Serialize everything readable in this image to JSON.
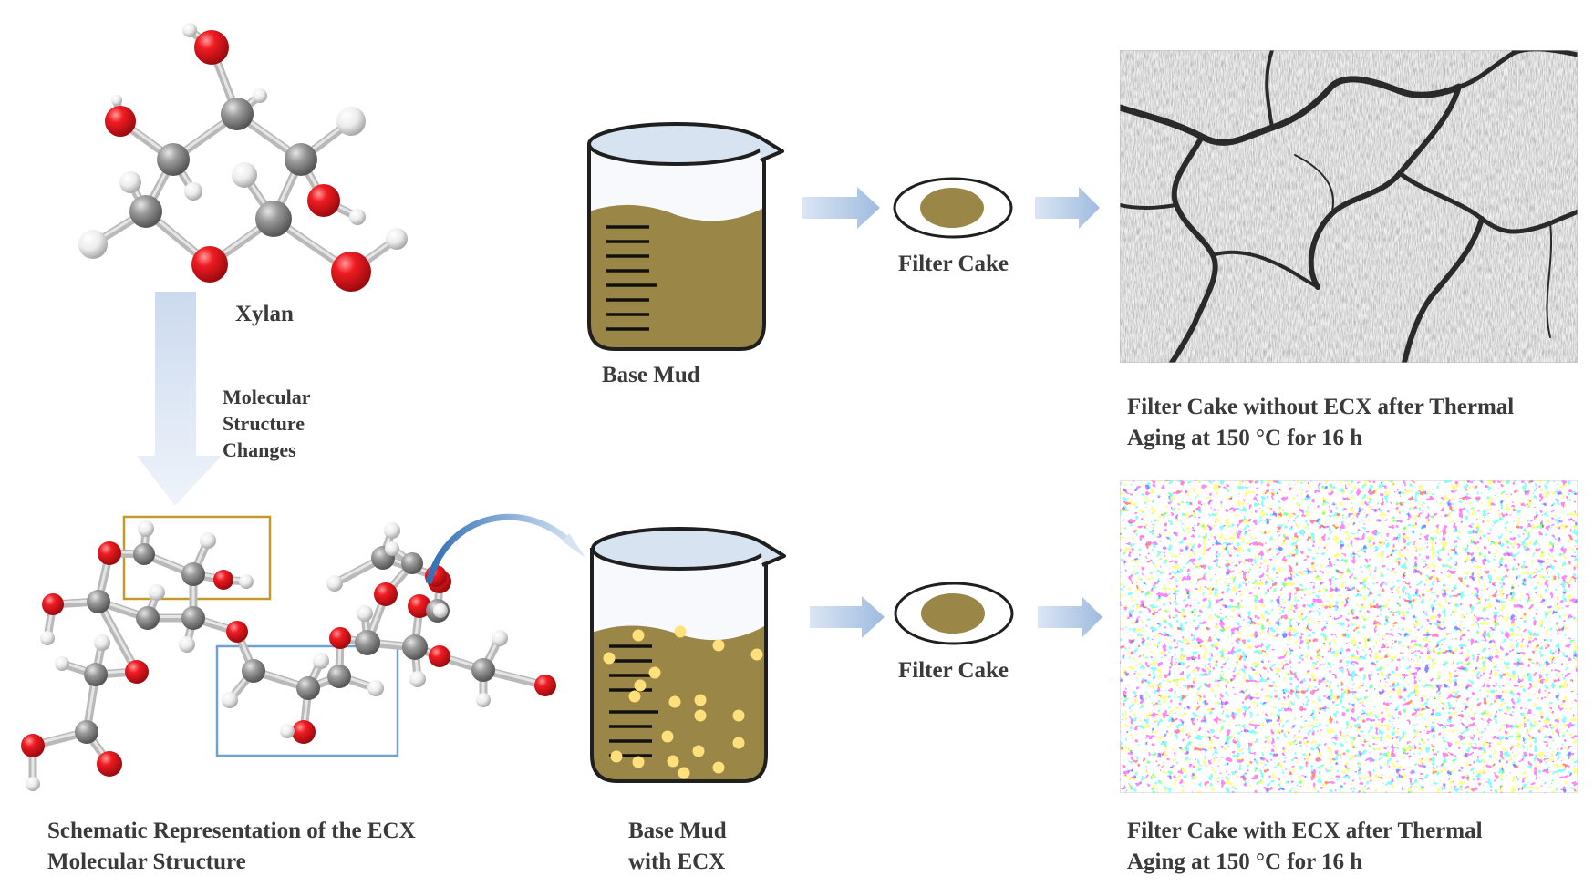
{
  "labels": {
    "xylan": "Xylan",
    "molecular_changes_line1": "Molecular",
    "molecular_changes_line2": "Structure",
    "molecular_changes_line3": "Changes",
    "base_mud": "Base Mud",
    "filter_cake_top": "Filter Cake",
    "filter_cake_bottom": "Filter Cake",
    "base_mud_ecx_line1": "Base Mud",
    "base_mud_ecx_line2": "with ECX",
    "without_ecx_line1": "Filter Cake without ECX after Thermal",
    "without_ecx_line2": "Aging at 150 °C for 16 h",
    "with_ecx_line1": "Filter Cake with ECX after Thermal",
    "with_ecx_line2": "Aging at 150 °C for 16 h",
    "schematic_line1": "Schematic Representation of the ECX",
    "schematic_line2": "Molecular Structure"
  },
  "colors": {
    "oxygen": "#e0141a",
    "carbon": "#8f8f8f",
    "hydrogen": "#f2f2f2",
    "bond": "#b8b8b8",
    "mud": "#9a8646",
    "beaker_fill": "#d7e3f1",
    "beaker_outline": "#1f1f1f",
    "arrow": "#b7cbe6",
    "ecx_particle": "#ffe07a",
    "highlight_gold": "#c29a2a",
    "highlight_blue": "#6fa2d2",
    "text": "#3a3a3a"
  },
  "icons": {
    "xylan_molecule": "ball-and-stick-molecule",
    "ecx_molecule": "ball-and-stick-molecule",
    "beaker": "beaker-icon",
    "filter_cake": "filter-cake-disk",
    "cracked_cake_image": "cracked-surface-texture",
    "porous_cake_image": "porous-surface-texture"
  }
}
